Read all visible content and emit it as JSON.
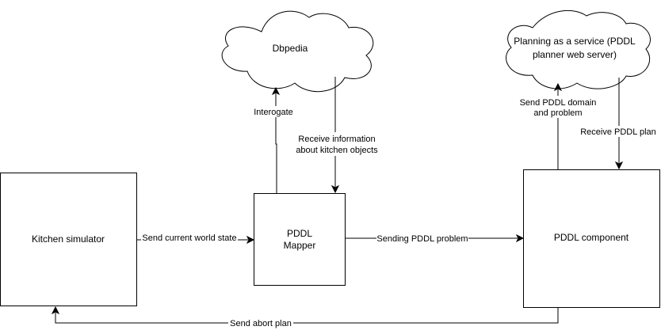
{
  "nodes": {
    "kitchen_simulator": "Kitchen simulator",
    "pddl_mapper": [
      "PDDL",
      "Mapper"
    ],
    "pddl_component": "PDDL component",
    "dbpedia": "Dbpedia",
    "planning_service": [
      "Planning as a service (PDDL",
      "planner web server)"
    ]
  },
  "edges": {
    "send_world_state": "Send current world state",
    "sending_problem": "Sending PDDL problem",
    "interogate": "Interogate",
    "receive_info": [
      "Receive information",
      "about kitchen objects"
    ],
    "send_domain": [
      "Send PDDL domain",
      "and problem"
    ],
    "receive_plan": "Receive PDDL plan",
    "send_abort": "Send abort plan"
  }
}
